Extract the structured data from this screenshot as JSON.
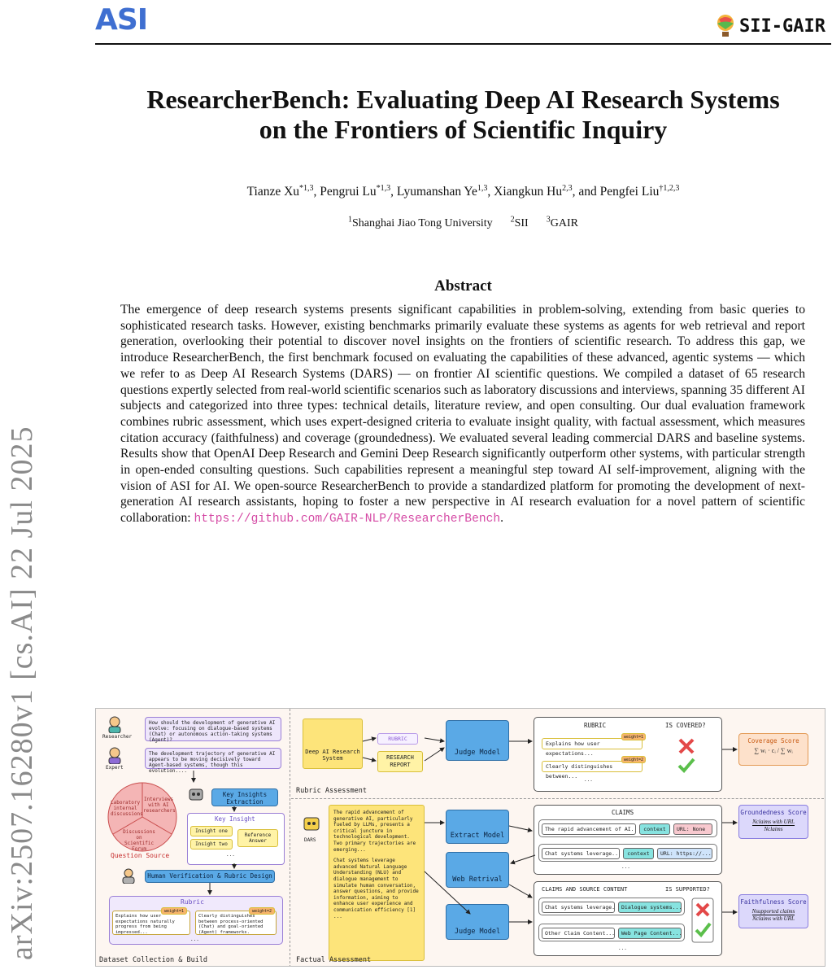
{
  "header": {
    "logo_left": "ASI",
    "logo_right": "SII-GAIR"
  },
  "margin_stamp": "arXiv:2507.16280v1  [cs.AI]  22 Jul 2025",
  "paper": {
    "title_line1": "ResearcherBench: Evaluating Deep AI Research Systems",
    "title_line2": "on the Frontiers of Scientific Inquiry",
    "authors": [
      {
        "name": "Tianze Xu",
        "sup": "*1,3"
      },
      {
        "name": "Pengrui Lu",
        "sup": "*1,3"
      },
      {
        "name": "Lyumanshan Ye",
        "sup": "1,3"
      },
      {
        "name": "Xiangkun Hu",
        "sup": "2,3"
      },
      {
        "name": "Pengfei Liu",
        "sup": "†1,2,3"
      }
    ],
    "author_sep": ", ",
    "author_and": ", and ",
    "affiliations": [
      {
        "sup": "1",
        "name": "Shanghai Jiao Tong University"
      },
      {
        "sup": "2",
        "name": "SII"
      },
      {
        "sup": "3",
        "name": "GAIR"
      }
    ],
    "abstract_heading": "Abstract",
    "abstract_text": "The emergence of deep research systems presents significant capabilities in problem-solving, extending from basic queries to sophisticated research tasks. However, existing benchmarks primarily evaluate these systems as agents for web retrieval and report generation, overlooking their potential to discover novel insights on the frontiers of scientific research. To address this gap, we introduce ResearcherBench, the first benchmark focused on evaluating the capabilities of these advanced, agentic systems — which we refer to as Deep AI Research Systems (DARS) — on frontier AI scientific questions. We compiled a dataset of 65 research questions expertly selected from real-world scientific scenarios such as laboratory discussions and interviews, spanning 35 different AI subjects and categorized into three types: technical details, literature review, and open consulting. Our dual evaluation framework combines rubric assessment, which uses expert-designed criteria to evaluate insight quality, with factual assessment, which measures citation accuracy (faithfulness) and coverage (groundedness). We evaluated several leading commercial DARS and baseline systems. Results show that OpenAI Deep Research and Gemini Deep Research significantly outperform other systems, with particular strength in open-ended consulting questions. Such capabilities represent a meaningful step toward AI self-improvement, aligning with the vision of ASI for AI. We open-source ResearcherBench to provide a standardized platform for promoting the development of next-generation AI research assistants, hoping to foster a new perspective in AI research evaluation for a novel pattern of scientific collaboration: ",
    "abstract_url": "https://github.com/GAIR-NLP/ResearcherBench",
    "abstract_end": "."
  },
  "figure": {
    "left": {
      "researcher_label": "Researcher",
      "researcher_q": "How should the development of generative AI evolve: focusing on dialogue-based systems (Chat) or autonomous action-taking systems (Agent)?",
      "expert_label": "Expert",
      "expert_a": "The development trajectory of generative AI appears to be moving decisively toward Agent-based systems, though this evolution....",
      "pie_1": "Laboratory internal discussions",
      "pie_2": "Interviews with AI researchers",
      "pie_3": "Discussions on Scientific Forum",
      "question_source": "Question Source",
      "key_insights_extraction": "Key Insights Extraction",
      "key_insight": "Key Insight",
      "insight_one": "Insight one",
      "insight_two": "Insight two",
      "reference_answer": "Reference Answer",
      "ellipsis": "...",
      "human_verification": "Human Verification & Rubric Design",
      "rubric": "Rubric",
      "rubric_item_1": "Explains how user expectations naturally progress from being impressed...",
      "rubric_item_2": "Clearly distinguishes between process-oriented (Chat) and goal-oriented (Agent) frameworks.",
      "weight_1": "weight=1",
      "weight_2": "weight=2",
      "caption": "Dataset Collection & Build"
    },
    "rubric_section": {
      "dars_label": "Deep AI Research System",
      "rubric_tag": "RUBRIC",
      "research_report": "RESEARCH REPORT",
      "judge_model": "Judge Model",
      "rubric_header": "RUBRIC",
      "is_covered": "IS COVERED?",
      "item_1": "Explains how user expectations...",
      "item_2": "Clearly distinguishes between...",
      "weight_1": "weight=1",
      "weight_2": "weight=2",
      "ellipsis": "...",
      "coverage_score": "Coverage Score",
      "coverage_formula": "∑ wᵢ · cᵢ / ∑ wᵢ",
      "caption": "Rubric Assessment"
    },
    "factual_section": {
      "dars_label": "DARS",
      "report_text_1": "The rapid advancement of generative AI, particularly fueled by LLMs, presents a critical juncture in technological development. Two primary trajectories are emerging...",
      "report_text_2": "Chat systems leverage advanced Natural Language Understanding (NLU) and dialogue management to simulate human conversation, answer questions, and provide information, aiming to enhance user experience and communication efficiency [1]",
      "report_ellipsis": "...",
      "extract_model": "Extract Model",
      "web_retrieval": "Web Retrival",
      "judge_model": "Judge Model",
      "claims_header": "CLAIMS",
      "claim_1": "The rapid advancement of AI...",
      "claim_2": "Chat systems leverage...",
      "context": "context",
      "url_none": "URL: None",
      "url_https": "URL: https://...",
      "ellipsis": "...",
      "groundedness_score": "Groundedness Score",
      "groundedness_num": "Nclaims with URL",
      "groundedness_den": "Nclaims",
      "source_header": "CLAIMS AND SOURCE CONTENT",
      "is_supported": "IS SUPPORTED?",
      "src_claim_1": "Chat systems leverage...",
      "src_content_1": "Dialogue systems...",
      "src_claim_2": "Other Claim Content...",
      "src_content_2": "Web Page Content...",
      "faithfulness_score": "Faithfulness Score",
      "faithfulness_num": "Nsupported claims",
      "faithfulness_den": "Nclaims with URL",
      "caption": "Factual Assessment"
    }
  }
}
